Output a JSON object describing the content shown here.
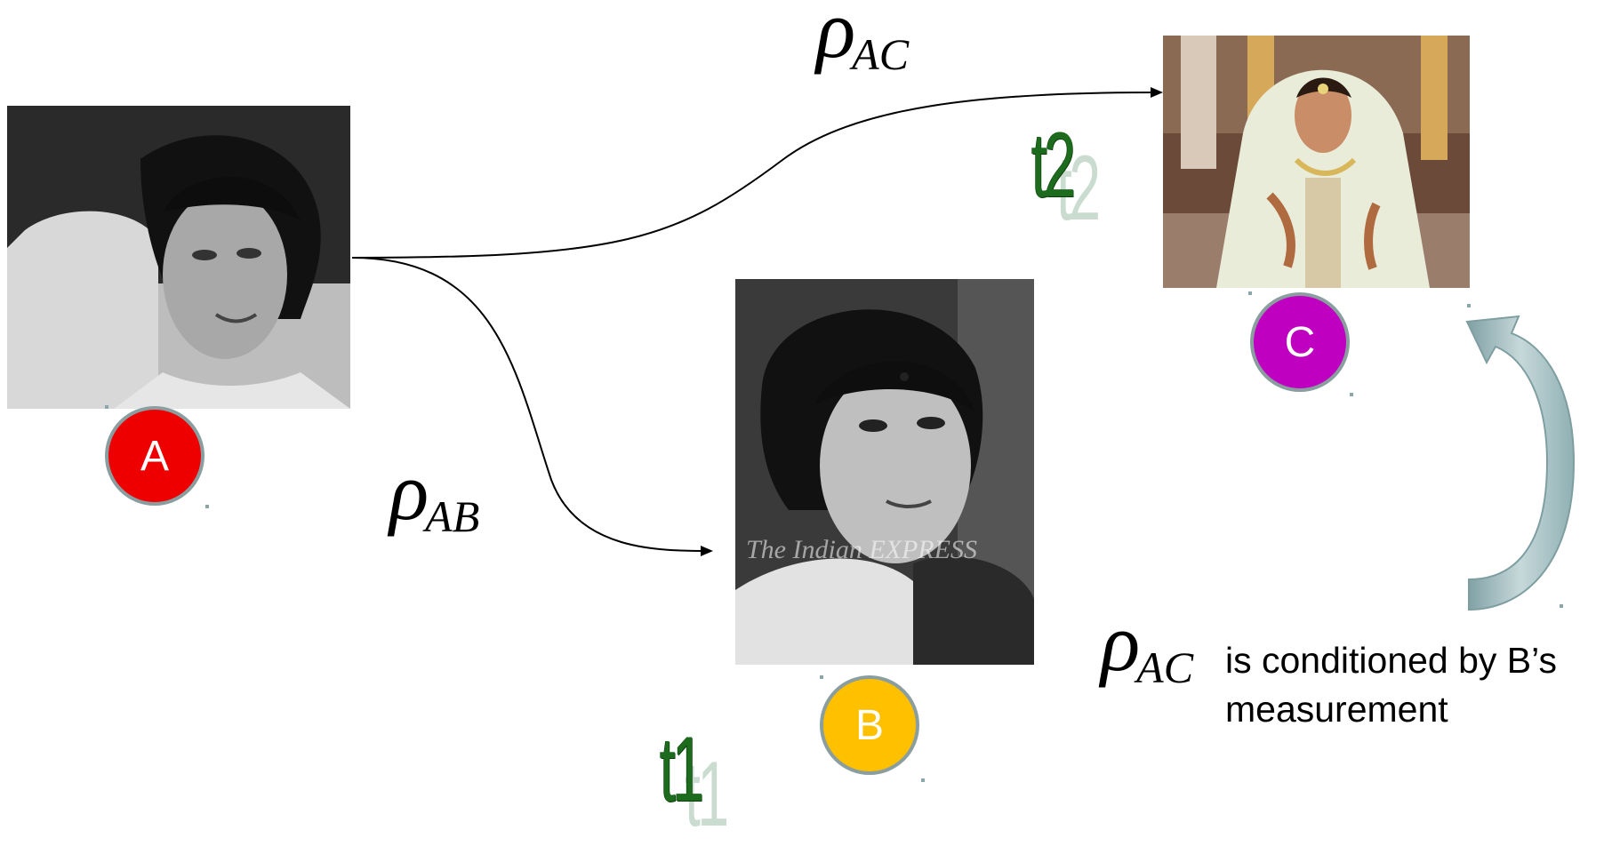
{
  "nodes": {
    "a": {
      "label": "A",
      "color": "#ee0000"
    },
    "b": {
      "label": "B",
      "color": "#ffc000"
    },
    "c": {
      "label": "C",
      "color": "#c000c0"
    }
  },
  "photos": {
    "b_watermark": "The Indian EXPRESS"
  },
  "edges": {
    "ac": {
      "symbol": "ρ",
      "subscript": "AC"
    },
    "ab": {
      "symbol": "ρ",
      "subscript": "AB"
    }
  },
  "time_labels": {
    "t1": "t1",
    "t2": "t2"
  },
  "note": {
    "symbol": "ρ",
    "subscript": "AC",
    "line1": "is conditioned by B’s",
    "line2": "measurement"
  },
  "colors": {
    "arrow_feedback": "#9fb9bc",
    "badge_border": "#8a9ea0",
    "time_label": "#1d6b1d"
  }
}
